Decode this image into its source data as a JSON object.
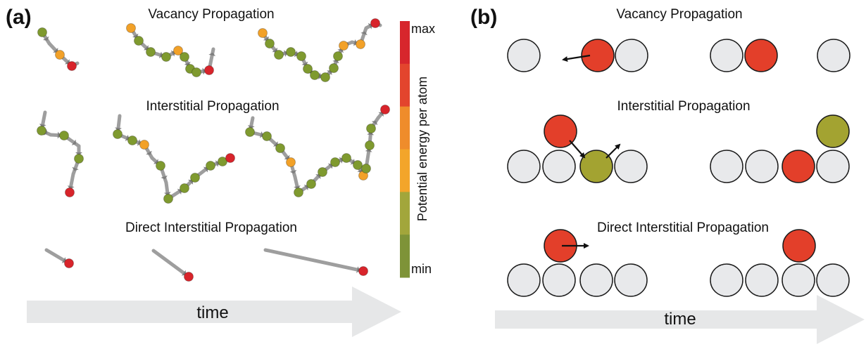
{
  "panel_a": {
    "label": "(a)",
    "sections": [
      "Vacancy Propagation",
      "Interstitial Propagation",
      "Direct Interstitial Propagation"
    ],
    "time_label": "time"
  },
  "panel_b": {
    "label": "(b)",
    "sections": [
      "Vacancy Propagation",
      "Interstitial Propagation",
      "Direct Interstitial Propagation"
    ],
    "time_label": "time"
  },
  "colorbar": {
    "title": "Potential energy per atom",
    "max_label": "max",
    "min_label": "min",
    "colors": [
      "#d7262c",
      "#e3452d",
      "#ef8c2b",
      "#f3a52a",
      "#a2a63b",
      "#7e9338"
    ]
  },
  "colors": {
    "red_atom": "#e33f2a",
    "olive_atom": "#a3a331",
    "grey_atom": "#e8e9eb",
    "arrow": "#9a9a9a",
    "time_arrow": "#e6e7e8"
  }
}
